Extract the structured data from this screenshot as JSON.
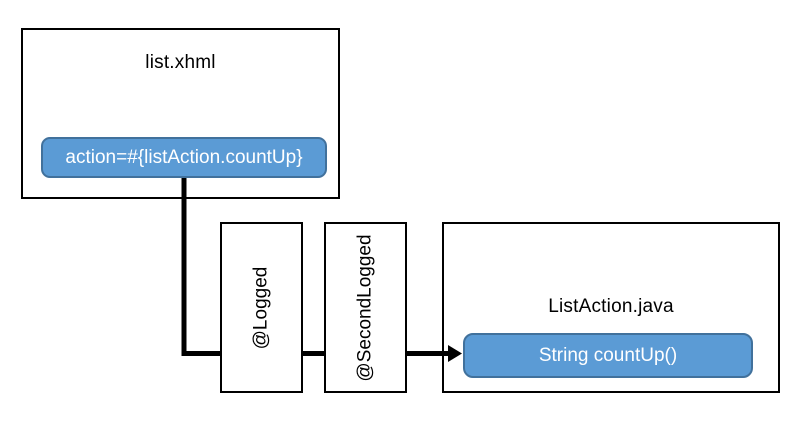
{
  "colors": {
    "background": "#ffffff",
    "node-fill": "#ffffff",
    "node-border": "#000000",
    "accent-fill": "#5B9BD5",
    "accent-border": "#41719C",
    "connector": "#000000",
    "text-dark": "#000000",
    "text-light": "#ffffff"
  },
  "nodes": {
    "xhtml": {
      "title": "list.xhml",
      "action_label": "action=#{listAction.countUp}"
    },
    "logged": {
      "label": "@Logged"
    },
    "second_logged": {
      "label": "@SecondLogged"
    },
    "java": {
      "title": "ListAction.java",
      "method_label": "String countUp()"
    }
  }
}
